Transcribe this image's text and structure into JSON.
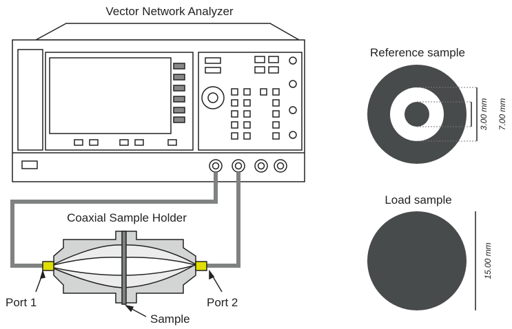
{
  "labels": {
    "vna_title": "Vector Network Analyzer",
    "holder_title": "Coaxial Sample Holder",
    "port1": "Port 1",
    "port2": "Port 2",
    "sample": "Sample",
    "reference_title": "Reference sample",
    "load_title": "Load sample",
    "dim_inner": "3.00 mm",
    "dim_outer": "7.00 mm",
    "dim_load": "15.00 mm"
  },
  "colors": {
    "dark": "#484b4b",
    "cable": "#7f8281",
    "holder": "#d3d4d4",
    "holder_body": "#e8e8e8",
    "connector": "#dede00"
  }
}
